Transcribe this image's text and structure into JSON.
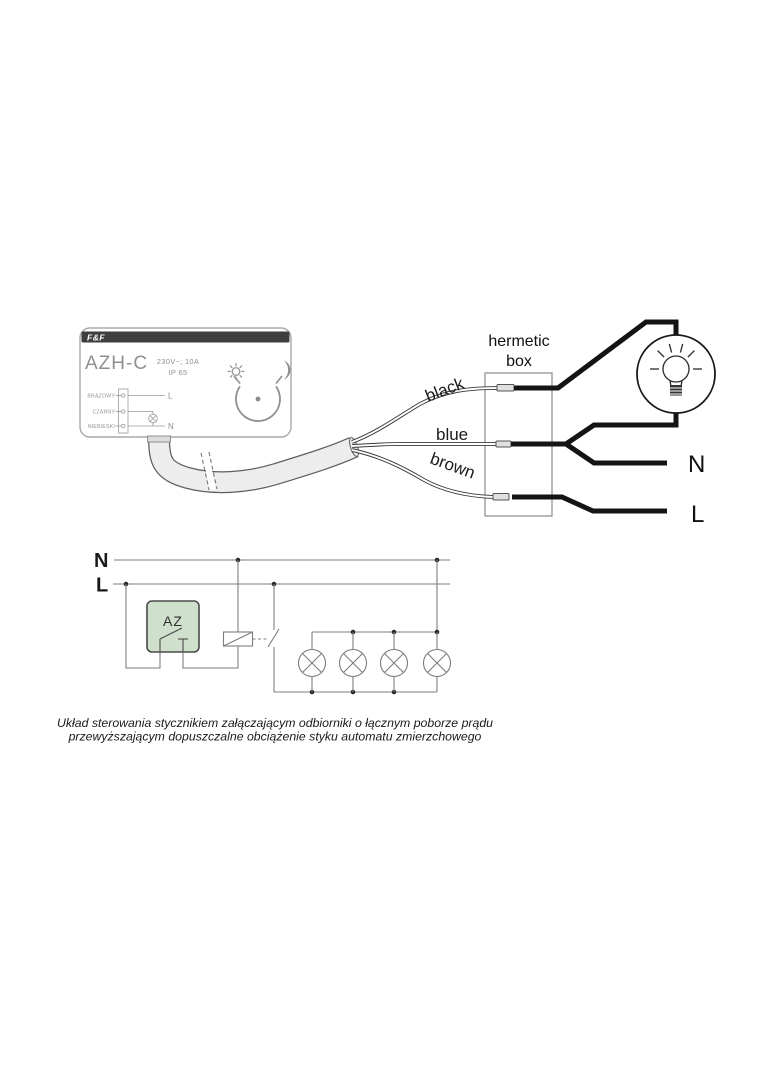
{
  "colors": {
    "device_header_bar": "#3e3e3e",
    "az_module_fill": "#cfe0cd",
    "cable_fill": "#ededed",
    "schematic_line": "#7d7d7d",
    "wire_line": "#141414"
  },
  "device_panel": {
    "brand": "F&F",
    "model": "AZH-C",
    "rating_voltage": "230V~; 10A",
    "rating_ip": "IP 65",
    "terminal_labels": [
      "BRĄZOWY",
      "CZARNY",
      "NIEBIESKI"
    ],
    "line_label": "L",
    "neutral_label": "N"
  },
  "cable_diagram": {
    "wire_black": "black",
    "wire_blue": "blue",
    "wire_brown": "brown",
    "box_label_top": "hermetic",
    "box_label_bottom": "box",
    "neutral_label": "N",
    "live_label": "L"
  },
  "control_schematic": {
    "neutral_rail_label": "N",
    "live_rail_label": "L",
    "module_label": "AZ",
    "lamp_count": 4
  },
  "caption": {
    "line1": "Układ sterowania stycznikiem załączającym odbiorniki o łącznym poborze prądu",
    "line2": "przewyższającym dopuszczalne obciążenie styku automatu zmierzchowego"
  }
}
